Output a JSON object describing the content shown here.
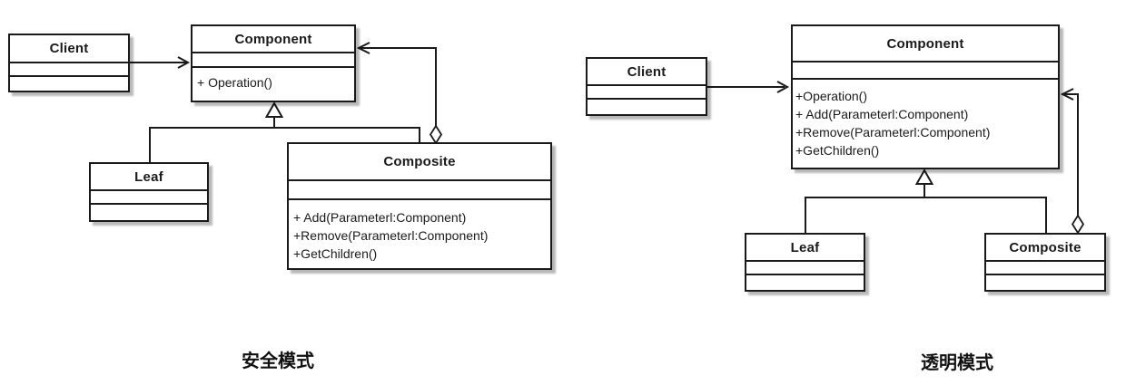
{
  "colors": {
    "line": "#1a1a1a",
    "background": "#ffffff"
  },
  "left": {
    "caption": "安全模式",
    "client": {
      "title": "Client"
    },
    "component": {
      "title": "Component",
      "methods": [
        "+ Operation()"
      ]
    },
    "leaf": {
      "title": "Leaf"
    },
    "composite": {
      "title": "Composite",
      "methods": [
        "+ Add(Parameterl:Component)",
        "+Remove(Parameterl:Component)",
        "+GetChildren()"
      ]
    }
  },
  "right": {
    "caption": "透明模式",
    "client": {
      "title": "Client"
    },
    "component": {
      "title": "Component",
      "methods": [
        "+Operation()",
        "+ Add(Parameterl:Component)",
        "+Remove(Parameterl:Component)",
        "+GetChildren()"
      ]
    },
    "leaf": {
      "title": "Leaf"
    },
    "composite": {
      "title": "Composite"
    }
  }
}
